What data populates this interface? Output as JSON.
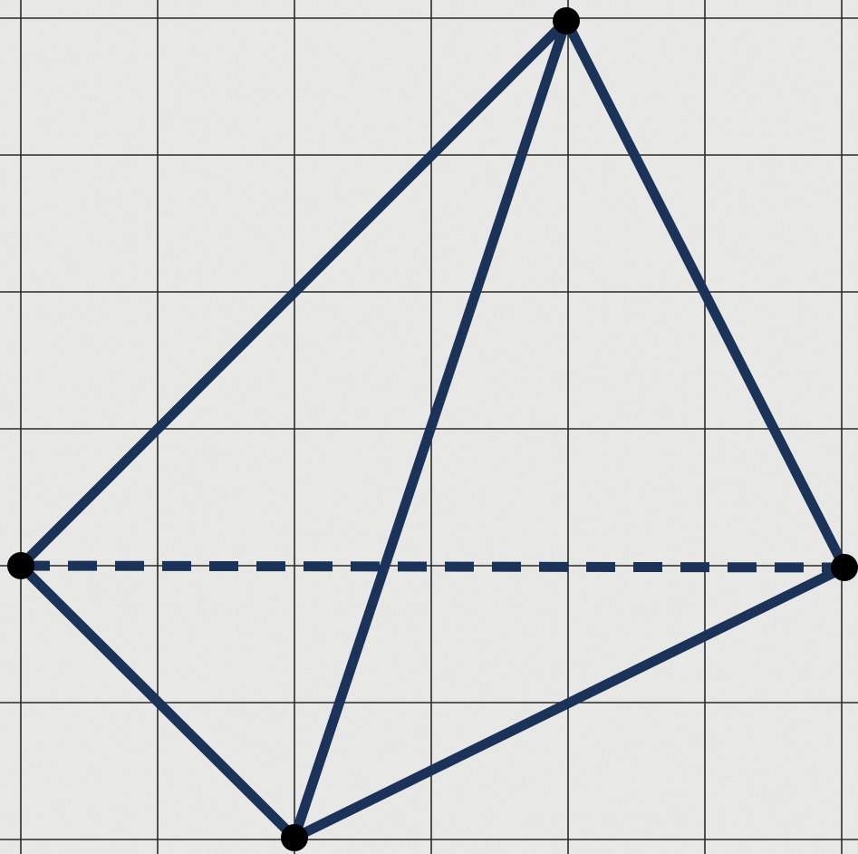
{
  "colors": {
    "paper": "#ededeb",
    "grid": "#2a2a2a",
    "edge": "#1b3358",
    "vertex": "#000000"
  },
  "grid": {
    "cols": 6,
    "rows": 6
  },
  "vertices": [
    {
      "id": "A",
      "col": 4,
      "row": 0
    },
    {
      "id": "B",
      "col": 0,
      "row": 4
    },
    {
      "id": "C",
      "col": 2,
      "row": 6
    },
    {
      "id": "D",
      "col": 6,
      "row": 4
    }
  ],
  "edges": [
    {
      "from": "A",
      "to": "B",
      "style": "solid"
    },
    {
      "from": "A",
      "to": "C",
      "style": "solid"
    },
    {
      "from": "A",
      "to": "D",
      "style": "solid"
    },
    {
      "from": "B",
      "to": "C",
      "style": "solid"
    },
    {
      "from": "C",
      "to": "D",
      "style": "solid"
    },
    {
      "from": "B",
      "to": "D",
      "style": "dashed"
    }
  ]
}
